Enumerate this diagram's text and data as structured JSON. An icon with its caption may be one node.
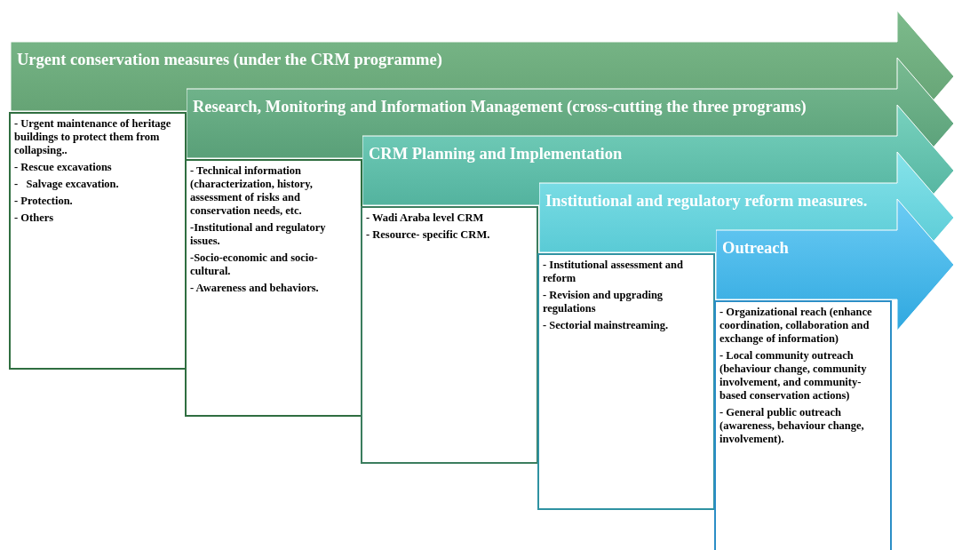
{
  "diagram": {
    "nodes": [
      {
        "text": [
          "Urgent conservation measures (under the CRM programme)"
        ]
      },
      {
        "text": [
          "- Urgent maintenance of heritage buildings to protect them from collapsing..",
          "- Rescue excavations",
          "-   Salvage excavation.",
          "- Protection.",
          "- Others"
        ]
      },
      {
        "text": [
          "Research, Monitoring and Information Management (cross-cutting the three programs)"
        ]
      },
      {
        "text": [
          "- Technical information (characterization, history, assessment of risks and conservation needs, etc.",
          "-Institutional and regulatory issues.",
          "-Socio-economic and socio-cultural.",
          "- Awareness and behaviors."
        ]
      },
      {
        "text": [
          "CRM Planning and Implementation"
        ]
      },
      {
        "text": [
          "- Wadi Araba level CRM",
          "- Resource- specific CRM."
        ]
      },
      {
        "text": [
          "Institutional and regulatory reform measures."
        ]
      },
      {
        "text": [
          "- Institutional assessment and reform",
          "- Revision and upgrading regulations",
          "- Sectorial mainstreaming."
        ]
      },
      {
        "text": [
          "Outreach"
        ]
      },
      {
        "text": [
          "- Organizational reach (enhance coordination, collaboration and exchange of information)",
          "- Local community outreach (behaviour change, community involvement, and community-based conservation actions)",
          "- General public outreach (awareness, behaviour change, involvement)."
        ]
      }
    ]
  }
}
